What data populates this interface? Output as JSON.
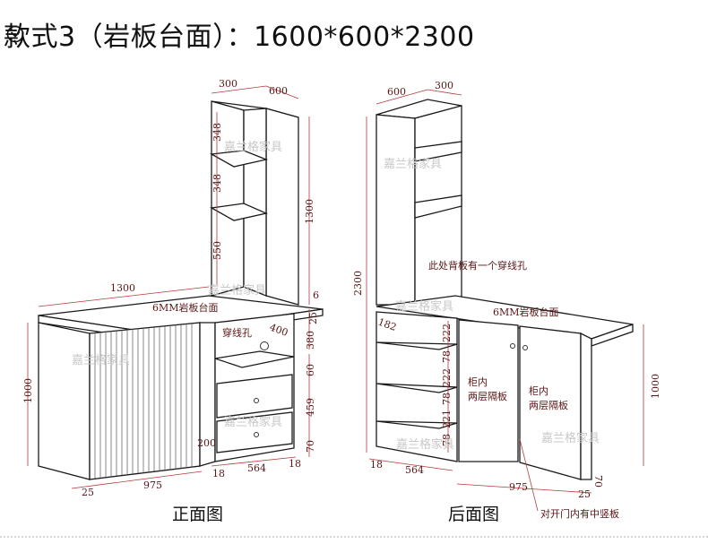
{
  "title": "款式3（岩板台面）：1600*600*2300",
  "captions": {
    "front": "正面图",
    "back": "后面图"
  },
  "watermark": "嘉兰格家具",
  "front": {
    "dims": {
      "shelf_depth_top": "300",
      "shelf_width_top": "600",
      "shelf_h1": "348",
      "shelf_h2": "348",
      "shelf_h3": "550",
      "tower_h": "1300",
      "top_len": "1300",
      "top_thick": "6",
      "top_gap": "25",
      "desk_h": "1000",
      "open_depth": "400",
      "open_h": "380",
      "drawer_gap": "60",
      "drawer_h": "459",
      "plinth_h": "70",
      "foot": "200",
      "side1": "18",
      "cab_w": "564",
      "side2": "18",
      "base_left": "25",
      "desk_w": "975"
    },
    "notes": {
      "top": "6MM岩板台面",
      "hole": "穿线孔"
    }
  },
  "back": {
    "dims": {
      "depth_top": "600",
      "width_top": "300",
      "total_h": "2300",
      "shelf_w": "182",
      "sh1": "222",
      "sh2": "78",
      "sh3": "222",
      "sh4": "78",
      "sh5": "221",
      "sh6": "78",
      "desk_h": "1000",
      "side": "18",
      "cab_w": "564",
      "door_w": "975",
      "foot": "25",
      "plinth": "70"
    },
    "notes": {
      "hole": "此处背板有一个穿线孔",
      "top": "6MM岩板台面",
      "inner1_a": "柜内",
      "inner1_b": "两层隔板",
      "inner2_a": "柜内",
      "inner2_b": "两层隔板",
      "divider": "对开门内有中竖板"
    }
  }
}
